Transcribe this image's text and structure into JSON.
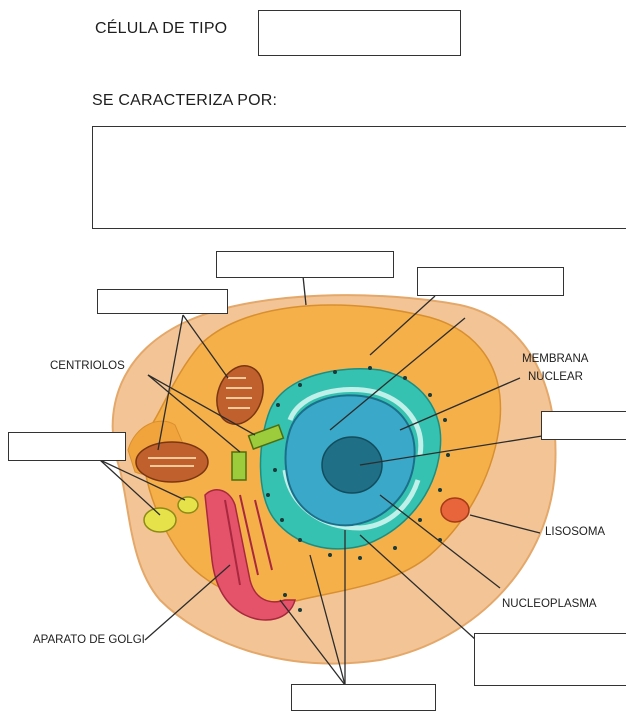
{
  "header": {
    "cell_type_label": "CÉLULA DE TIPO",
    "cell_type_answer": "",
    "characterized_label": "SE CARACTERIZA POR:",
    "characterized_answer": ""
  },
  "labels": {
    "centriolos": "CENTRIOLOS",
    "membrana_1": "MEMBRANA",
    "membrana_2": "NUCLEAR",
    "lisosoma": "LISOSOMA",
    "nucleoplasma": "NUCLEOPLASMA",
    "golgi": "APARATO DE GOLGI"
  },
  "blanks": {
    "top_center": "",
    "top_right": "",
    "top_left": "",
    "left": "",
    "right": "",
    "bottom_right": "",
    "bottom_center": ""
  },
  "colors": {
    "cytoplasm": "#f5b04a",
    "cell_edge": "#f3c596",
    "nucleus": "#3aa9c9",
    "nucleolus": "#1f6f86",
    "er": "#35c2b0",
    "golgi": "#e4536a",
    "mitochondria": "#c0602c"
  }
}
